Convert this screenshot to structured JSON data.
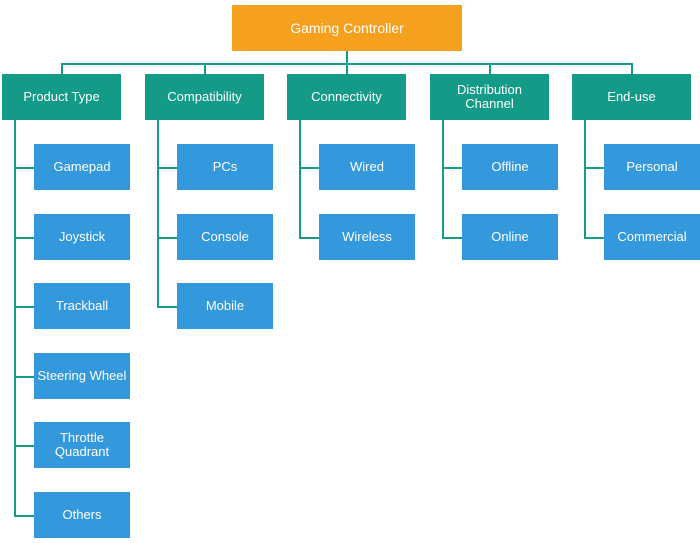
{
  "colors": {
    "root": "#f5a01e",
    "category": "#139b87",
    "item": "#3498dc",
    "connector": "#139b87",
    "text": "#ffffff"
  },
  "root": {
    "label": "Gaming Controller"
  },
  "categories": [
    {
      "label": "Product Type",
      "items": [
        "Gamepad",
        "Joystick",
        "Trackball",
        "Steering Wheel",
        "Throttle\nQuadrant",
        "Others"
      ]
    },
    {
      "label": "Compatibility",
      "items": [
        "PCs",
        "Console",
        "Mobile"
      ]
    },
    {
      "label": "Connectivity",
      "items": [
        "Wired",
        "Wireless"
      ]
    },
    {
      "label": "Distribution\nChannel",
      "items": [
        "Offline",
        "Online"
      ]
    },
    {
      "label": "End-use",
      "items": [
        "Personal",
        "Commercial"
      ]
    }
  ]
}
